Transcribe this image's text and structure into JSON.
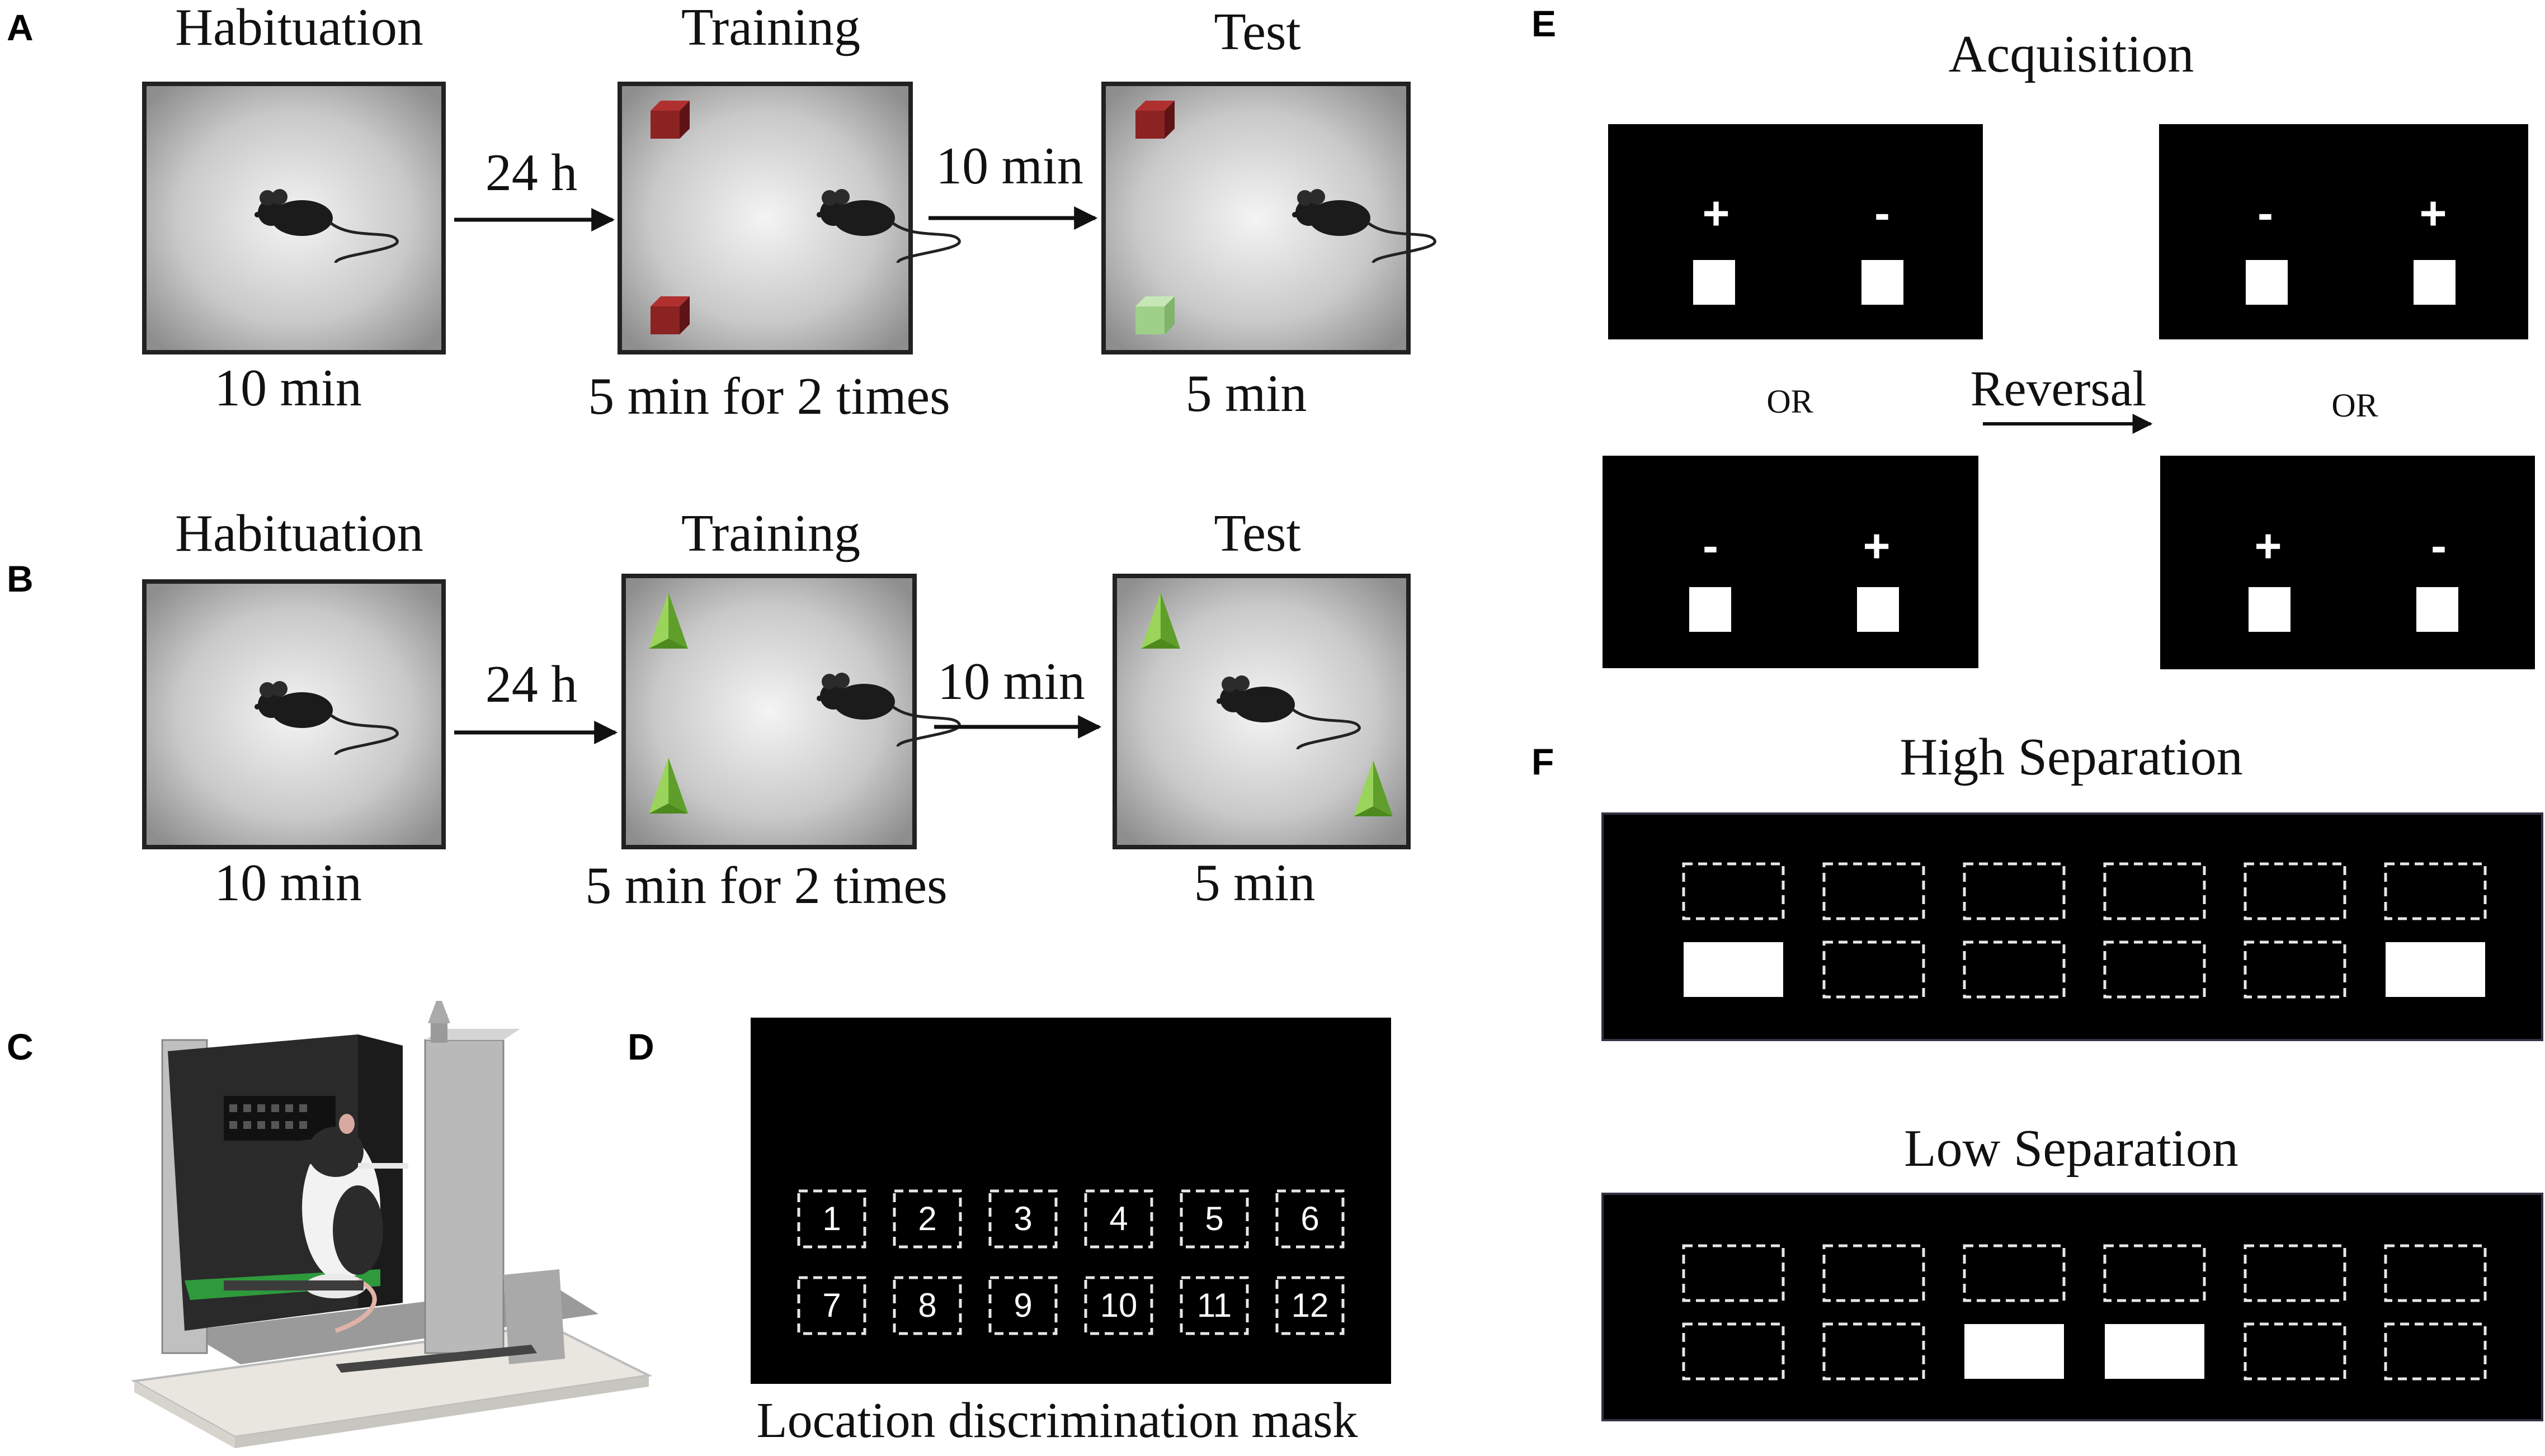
{
  "panels": {
    "A": {
      "letter": "A",
      "stages": [
        {
          "title": "Habituation",
          "duration": "10 min"
        },
        {
          "title": "Training",
          "duration": "5 min for 2 times"
        },
        {
          "title": "Test",
          "duration": "5 min"
        }
      ],
      "intervals": [
        "24 h",
        "10 min"
      ],
      "object_color": "#8b2323",
      "novel_object_color": "#9fd08a"
    },
    "B": {
      "letter": "B",
      "stages": [
        {
          "title": "Habituation",
          "duration": "10 min"
        },
        {
          "title": "Training",
          "duration": "5 min for 2 times"
        },
        {
          "title": "Test",
          "duration": "5 min"
        }
      ],
      "intervals": [
        "24 h",
        "10 min"
      ],
      "object_color": "#7cc242"
    },
    "C": {
      "letter": "C"
    },
    "D": {
      "letter": "D",
      "caption": "Location discrimination mask",
      "windows": [
        "1",
        "2",
        "3",
        "4",
        "5",
        "6",
        "7",
        "8",
        "9",
        "10",
        "11",
        "12"
      ]
    },
    "E": {
      "letter": "E",
      "title": "Acquisition",
      "arrow_label": "Reversal",
      "or_label": "OR",
      "screens": [
        {
          "left": "+",
          "right": "-"
        },
        {
          "left": "-",
          "right": "+"
        },
        {
          "left": "-",
          "right": "+"
        },
        {
          "left": "+",
          "right": "-"
        }
      ]
    },
    "F": {
      "letter": "F",
      "high_title": "High Separation",
      "low_title": "Low Separation"
    }
  },
  "colors": {
    "screen": "#000000",
    "arena_light": "#f2f2f2",
    "arena_dark": "#8c8c8c"
  }
}
